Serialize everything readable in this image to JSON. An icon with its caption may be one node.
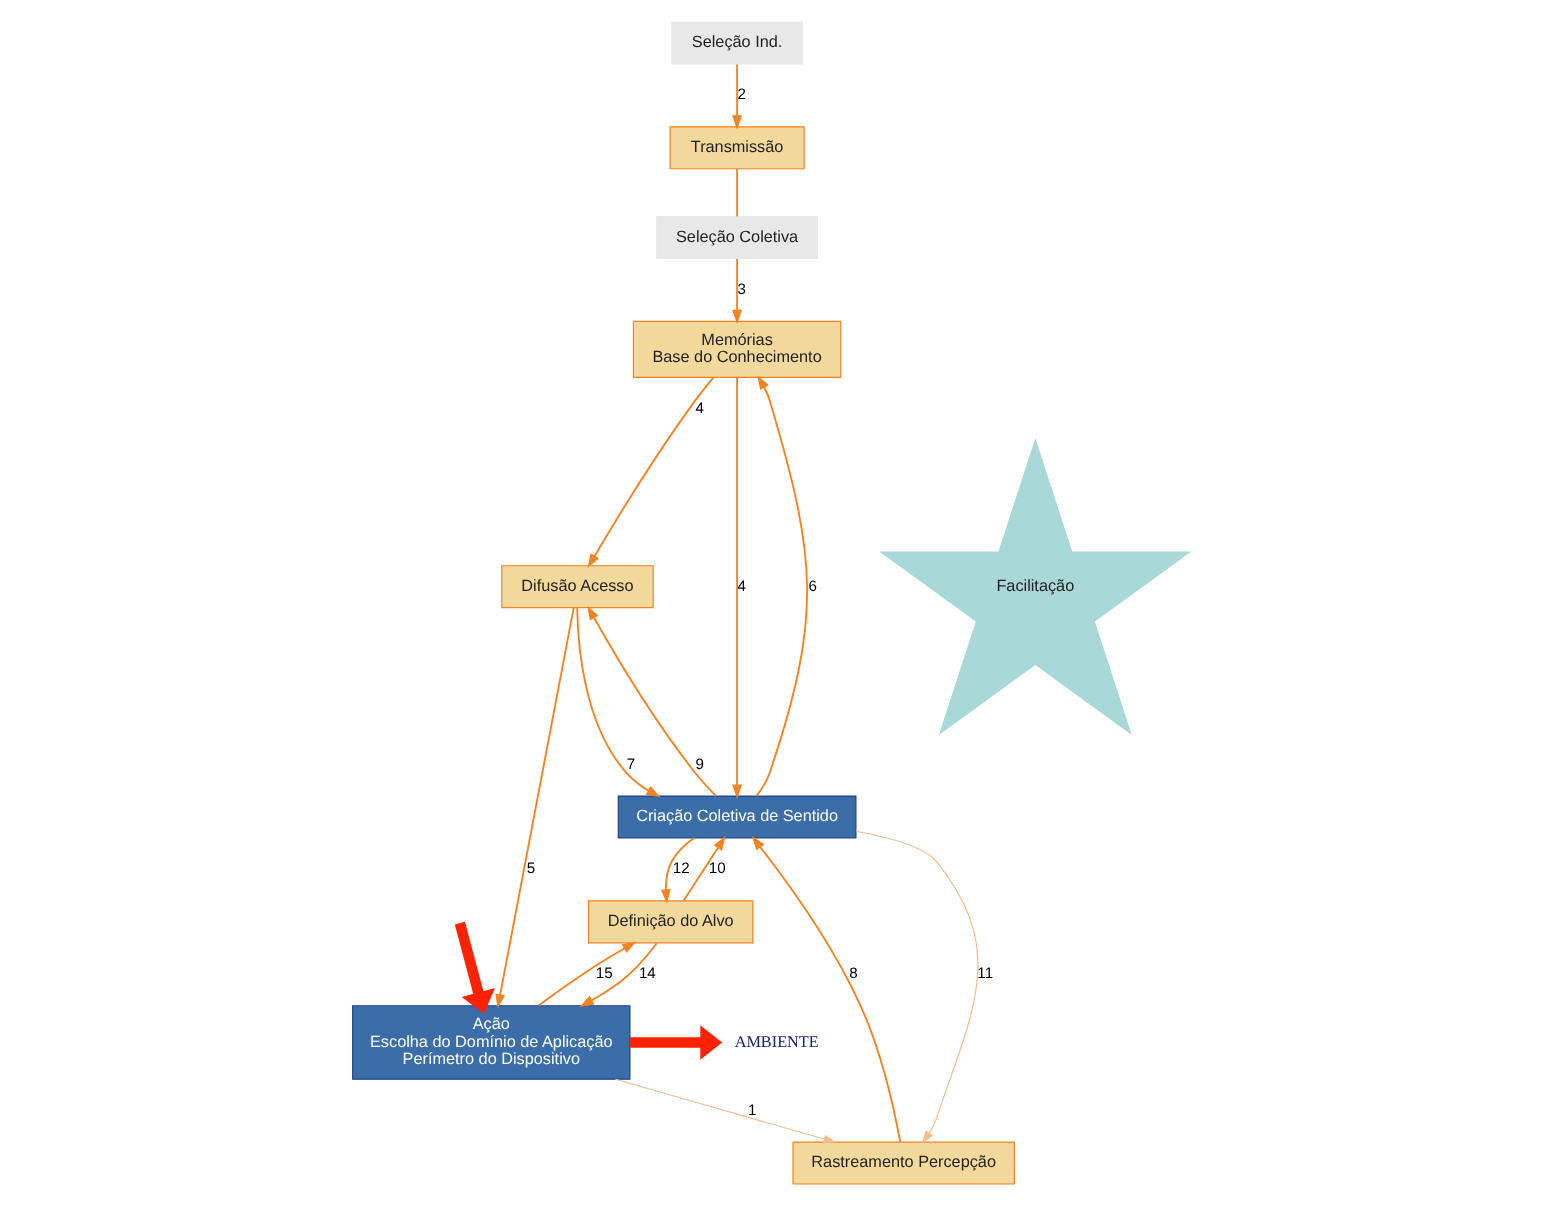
{
  "diagram": {
    "nodes": [
      {
        "text": [
          "Memórias",
          "Base do Conhecimento"
        ]
      },
      {
        "text": [
          "Transmissão"
        ]
      },
      {
        "text": [
          "Seleção Coletiva"
        ]
      },
      {
        "text": [
          "Facilitação"
        ]
      },
      {
        "text": [
          "Difusão Acesso"
        ]
      },
      {
        "text": [
          "Criação Coletiva de Sentido"
        ]
      },
      {
        "text": [
          "Seleção Ind."
        ]
      },
      {
        "text": [
          "Rastreamento Percepção"
        ]
      },
      {
        "text": [
          "Definição do Alvo"
        ]
      },
      {
        "text": [
          "Ação",
          "Escolha do Domínio de Aplicação",
          "Perímetro do Dispositivo"
        ]
      },
      {
        "text": [
          "AMBIENTE"
        ]
      }
    ],
    "edges": [
      {
        "from": null,
        "to": 9,
        "arrow": "to",
        "style": "thick",
        "color": "#ff2200"
      },
      {
        "from": 9,
        "to": 10,
        "arrow": "to",
        "style": "thick",
        "color": "#ff2200"
      },
      {
        "from": 9,
        "to": 7,
        "arrow": "to",
        "label": "1",
        "color": "#f9b98a"
      },
      {
        "from": 6,
        "to": 1,
        "arrow": "to",
        "label": "2"
      },
      {
        "from": 1,
        "to": 2,
        "arrow": "none"
      },
      {
        "from": 2,
        "to": 0,
        "arrow": "to",
        "label": "3"
      },
      {
        "from": 0,
        "to": 4,
        "arrow": "to",
        "label": "4"
      },
      {
        "from": 0,
        "to": 5,
        "arrow": "to",
        "label": "4"
      },
      {
        "from": 5,
        "to": 0,
        "arrow": "to",
        "label": "6"
      },
      {
        "from": 4,
        "to": 5,
        "arrow": "to",
        "label": "7"
      },
      {
        "from": 5,
        "to": 4,
        "arrow": "to",
        "label": "9"
      },
      {
        "from": 5,
        "to": 7,
        "arrow": "to",
        "label": "11",
        "color": "#f9b98a"
      },
      {
        "from": 7,
        "to": 5,
        "arrow": "to",
        "label": "8"
      },
      {
        "from": 8,
        "to": 5,
        "arrow": "to",
        "label": "10"
      },
      {
        "from": 5,
        "to": 8,
        "arrow": "to",
        "label": "12"
      },
      {
        "from": 9,
        "to": 8,
        "arrow": "to",
        "label": "15"
      },
      {
        "from": 8,
        "to": 9,
        "arrow": "to",
        "label": "14"
      },
      {
        "from": 4,
        "to": 9,
        "arrow": "to",
        "label": "5"
      }
    ]
  }
}
